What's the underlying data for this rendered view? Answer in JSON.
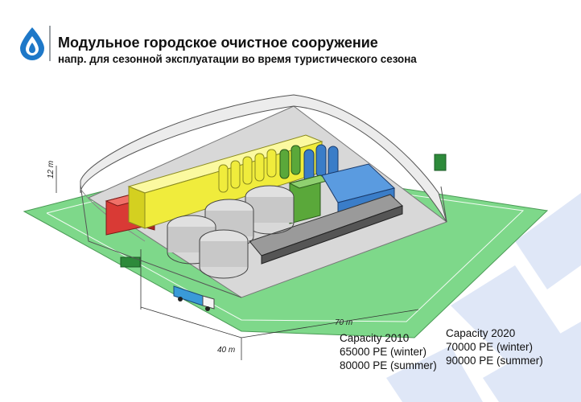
{
  "header": {
    "title": "Модульное городское очистное сооружение",
    "subtitle": "напр. для сезонной эксплуатации во время туристического сезона"
  },
  "dimensions": {
    "height": "12 m",
    "length": "70 m",
    "width": "40 m"
  },
  "capacity_2010": {
    "label": "Capacity 2010",
    "winter": "65000 PE (winter)",
    "summer": "80000 PE (summer)"
  },
  "capacity_2020": {
    "label": "Capacity 2020",
    "winter": "70000 PE (winter)",
    "summer": "90000 PE (summer)"
  },
  "colors": {
    "brand": "#1e78c8",
    "field": "#7ed88a",
    "watermark": "#dfe7f7",
    "containers_red": "#d93a35",
    "containers_yellow": "#f0ec3c",
    "containers_green": "#5aa83a",
    "containers_blue": "#3a7dc8",
    "clarifiers": "#c8c8c8"
  }
}
